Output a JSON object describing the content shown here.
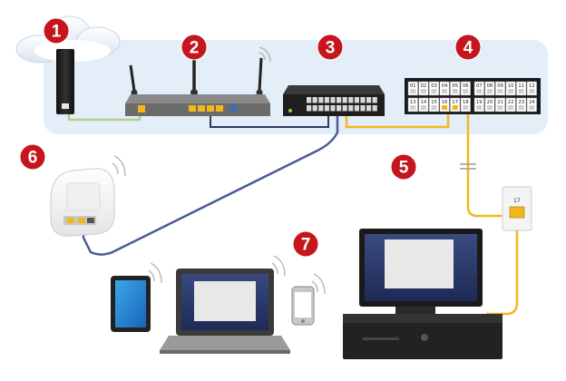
{
  "badges": [
    {
      "id": "modem",
      "label": "1"
    },
    {
      "id": "router",
      "label": "2"
    },
    {
      "id": "switch",
      "label": "3"
    },
    {
      "id": "patch-panel",
      "label": "4"
    },
    {
      "id": "cabling",
      "label": "5"
    },
    {
      "id": "access-point",
      "label": "6"
    },
    {
      "id": "wireless-clients",
      "label": "7"
    }
  ],
  "patch_panel": {
    "top_left": [
      "01",
      "02",
      "03",
      "04",
      "05",
      "06"
    ],
    "bottom_left": [
      "13",
      "14",
      "15",
      "16",
      "17",
      "18"
    ],
    "top_right": [
      "07",
      "08",
      "09",
      "10",
      "11",
      "12"
    ],
    "bottom_right": [
      "19",
      "20",
      "21",
      "22",
      "23",
      "24"
    ]
  },
  "wall_jack": {
    "label": "17"
  },
  "colors": {
    "badge": "#c4161c",
    "backplate": "#e3eef8",
    "blue_cable": "#4a5c9a",
    "yellow_cable": "#f2b71b",
    "green_cable": "#b5d08a"
  }
}
